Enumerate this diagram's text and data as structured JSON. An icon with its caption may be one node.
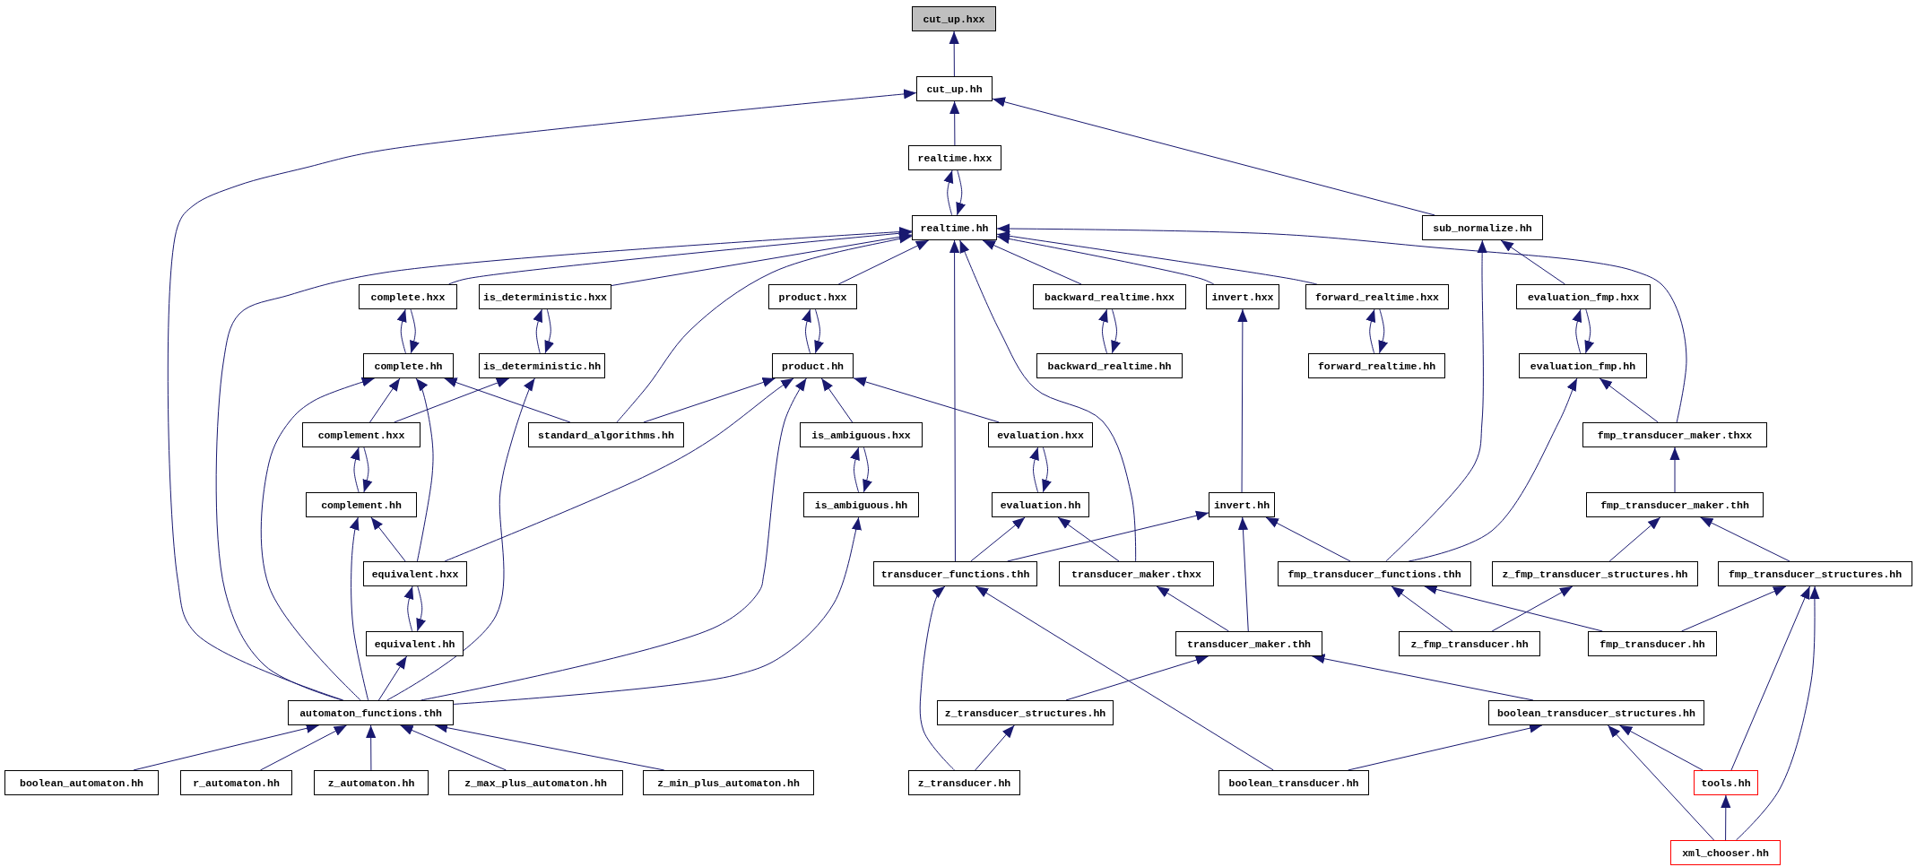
{
  "diagram": {
    "nodes": [
      {
        "text": [
          "cut_up.hxx"
        ]
      },
      {
        "text": [
          "cut_up.hh"
        ]
      },
      {
        "text": [
          "realtime.hxx"
        ]
      },
      {
        "text": [
          "realtime.hh"
        ]
      },
      {
        "text": [
          "sub_normalize.hh"
        ]
      },
      {
        "text": [
          "complete.hxx"
        ]
      },
      {
        "text": [
          "is_deterministic.hxx"
        ]
      },
      {
        "text": [
          "product.hxx"
        ]
      },
      {
        "text": [
          "backward_realtime.hxx"
        ]
      },
      {
        "text": [
          "invert.hxx"
        ]
      },
      {
        "text": [
          "forward_realtime.hxx"
        ]
      },
      {
        "text": [
          "evaluation_fmp.hxx"
        ]
      },
      {
        "text": [
          "complete.hh"
        ]
      },
      {
        "text": [
          "is_deterministic.hh"
        ]
      },
      {
        "text": [
          "product.hh"
        ]
      },
      {
        "text": [
          "backward_realtime.hh"
        ]
      },
      {
        "text": [
          "forward_realtime.hh"
        ]
      },
      {
        "text": [
          "evaluation_fmp.hh"
        ]
      },
      {
        "text": [
          "complement.hxx"
        ]
      },
      {
        "text": [
          "standard_algorithms.hh"
        ]
      },
      {
        "text": [
          "is_ambiguous.hxx"
        ]
      },
      {
        "text": [
          "evaluation.hxx"
        ]
      },
      {
        "text": [
          "fmp_transducer_maker.thxx"
        ]
      },
      {
        "text": [
          "complement.hh"
        ]
      },
      {
        "text": [
          "is_ambiguous.hh"
        ]
      },
      {
        "text": [
          "evaluation.hh"
        ]
      },
      {
        "text": [
          "invert.hh"
        ]
      },
      {
        "text": [
          "fmp_transducer_maker.thh"
        ]
      },
      {
        "text": [
          "equivalent.hxx"
        ]
      },
      {
        "text": [
          "transducer_functions.thh"
        ]
      },
      {
        "text": [
          "transducer_maker.thxx"
        ]
      },
      {
        "text": [
          "fmp_transducer_functions.thh"
        ]
      },
      {
        "text": [
          "z_fmp_transducer_structures.hh"
        ]
      },
      {
        "text": [
          "fmp_transducer_structures.hh"
        ]
      },
      {
        "text": [
          "equivalent.hh"
        ]
      },
      {
        "text": [
          "transducer_maker.thh"
        ]
      },
      {
        "text": [
          "z_fmp_transducer.hh"
        ]
      },
      {
        "text": [
          "fmp_transducer.hh"
        ]
      },
      {
        "text": [
          "automaton_functions.thh"
        ]
      },
      {
        "text": [
          "z_transducer_structures.hh"
        ]
      },
      {
        "text": [
          "boolean_transducer_structures.hh"
        ]
      },
      {
        "text": [
          "boolean_automaton.hh"
        ]
      },
      {
        "text": [
          "r_automaton.hh"
        ]
      },
      {
        "text": [
          "z_automaton.hh"
        ]
      },
      {
        "text": [
          "z_max_plus_automaton.hh"
        ]
      },
      {
        "text": [
          "z_min_plus_automaton.hh"
        ]
      },
      {
        "text": [
          "z_transducer.hh"
        ]
      },
      {
        "text": [
          "boolean_transducer.hh"
        ]
      },
      {
        "text": [
          "tools.hh"
        ]
      },
      {
        "text": [
          "xml_chooser.hh"
        ]
      }
    ],
    "edges": [
      {
        "from": 1,
        "to": 0,
        "arrow": "to"
      },
      {
        "from": 38,
        "to": 1,
        "arrow": "to"
      },
      {
        "from": 2,
        "to": 1,
        "arrow": "to"
      },
      {
        "from": 4,
        "to": 1,
        "arrow": "to"
      },
      {
        "from": 3,
        "to": 2,
        "arrow": "to"
      },
      {
        "from": 2,
        "to": 3,
        "arrow": "to"
      },
      {
        "from": 38,
        "to": 3,
        "arrow": "to"
      },
      {
        "from": 5,
        "to": 3,
        "arrow": "to"
      },
      {
        "from": 6,
        "to": 3,
        "arrow": "to"
      },
      {
        "from": 19,
        "to": 3,
        "arrow": "to"
      },
      {
        "from": 7,
        "to": 3,
        "arrow": "to"
      },
      {
        "from": 29,
        "to": 3,
        "arrow": "to"
      },
      {
        "from": 30,
        "to": 3,
        "arrow": "to"
      },
      {
        "from": 8,
        "to": 3,
        "arrow": "to"
      },
      {
        "from": 9,
        "to": 3,
        "arrow": "to"
      },
      {
        "from": 10,
        "to": 3,
        "arrow": "to"
      },
      {
        "from": 22,
        "to": 3,
        "arrow": "to"
      },
      {
        "from": 31,
        "to": 4,
        "arrow": "to"
      },
      {
        "from": 11,
        "to": 4,
        "arrow": "to"
      },
      {
        "from": 12,
        "to": 5,
        "arrow": "to"
      },
      {
        "from": 5,
        "to": 12,
        "arrow": "to"
      },
      {
        "from": 13,
        "to": 6,
        "arrow": "to"
      },
      {
        "from": 6,
        "to": 13,
        "arrow": "to"
      },
      {
        "from": 14,
        "to": 7,
        "arrow": "to"
      },
      {
        "from": 7,
        "to": 14,
        "arrow": "to"
      },
      {
        "from": 15,
        "to": 8,
        "arrow": "to"
      },
      {
        "from": 8,
        "to": 15,
        "arrow": "to"
      },
      {
        "from": 26,
        "to": 9,
        "arrow": "to"
      },
      {
        "from": 16,
        "to": 10,
        "arrow": "to"
      },
      {
        "from": 10,
        "to": 16,
        "arrow": "to"
      },
      {
        "from": 17,
        "to": 11,
        "arrow": "to"
      },
      {
        "from": 11,
        "to": 17,
        "arrow": "to"
      },
      {
        "from": 38,
        "to": 12,
        "arrow": "to"
      },
      {
        "from": 18,
        "to": 12,
        "arrow": "to"
      },
      {
        "from": 28,
        "to": 12,
        "arrow": "to"
      },
      {
        "from": 19,
        "to": 12,
        "arrow": "to"
      },
      {
        "from": 18,
        "to": 13,
        "arrow": "to"
      },
      {
        "from": 38,
        "to": 13,
        "arrow": "to"
      },
      {
        "from": 19,
        "to": 14,
        "arrow": "to"
      },
      {
        "from": 28,
        "to": 14,
        "arrow": "to"
      },
      {
        "from": 38,
        "to": 14,
        "arrow": "to"
      },
      {
        "from": 20,
        "to": 14,
        "arrow": "to"
      },
      {
        "from": 21,
        "to": 14,
        "arrow": "to"
      },
      {
        "from": 31,
        "to": 17,
        "arrow": "to"
      },
      {
        "from": 22,
        "to": 17,
        "arrow": "to"
      },
      {
        "from": 23,
        "to": 18,
        "arrow": "to"
      },
      {
        "from": 18,
        "to": 23,
        "arrow": "to"
      },
      {
        "from": 24,
        "to": 20,
        "arrow": "to"
      },
      {
        "from": 20,
        "to": 24,
        "arrow": "to"
      },
      {
        "from": 25,
        "to": 21,
        "arrow": "to"
      },
      {
        "from": 21,
        "to": 25,
        "arrow": "to"
      },
      {
        "from": 27,
        "to": 22,
        "arrow": "to"
      },
      {
        "from": 38,
        "to": 23,
        "arrow": "to"
      },
      {
        "from": 28,
        "to": 23,
        "arrow": "to"
      },
      {
        "from": 38,
        "to": 24,
        "arrow": "to"
      },
      {
        "from": 29,
        "to": 25,
        "arrow": "to"
      },
      {
        "from": 30,
        "to": 25,
        "arrow": "to"
      },
      {
        "from": 29,
        "to": 26,
        "arrow": "to"
      },
      {
        "from": 35,
        "to": 26,
        "arrow": "to"
      },
      {
        "from": 31,
        "to": 26,
        "arrow": "to"
      },
      {
        "from": 32,
        "to": 27,
        "arrow": "to"
      },
      {
        "from": 33,
        "to": 27,
        "arrow": "to"
      },
      {
        "from": 34,
        "to": 28,
        "arrow": "to"
      },
      {
        "from": 28,
        "to": 34,
        "arrow": "to"
      },
      {
        "from": 46,
        "to": 29,
        "arrow": "to"
      },
      {
        "from": 47,
        "to": 29,
        "arrow": "to"
      },
      {
        "from": 35,
        "to": 30,
        "arrow": "to"
      },
      {
        "from": 36,
        "to": 31,
        "arrow": "to"
      },
      {
        "from": 37,
        "to": 31,
        "arrow": "to"
      },
      {
        "from": 36,
        "to": 32,
        "arrow": "to"
      },
      {
        "from": 37,
        "to": 33,
        "arrow": "to"
      },
      {
        "from": 48,
        "to": 33,
        "arrow": "to"
      },
      {
        "from": 49,
        "to": 33,
        "arrow": "to"
      },
      {
        "from": 38,
        "to": 34,
        "arrow": "to"
      },
      {
        "from": 39,
        "to": 35,
        "arrow": "to"
      },
      {
        "from": 40,
        "to": 35,
        "arrow": "to"
      },
      {
        "from": 41,
        "to": 38,
        "arrow": "to"
      },
      {
        "from": 42,
        "to": 38,
        "arrow": "to"
      },
      {
        "from": 43,
        "to": 38,
        "arrow": "to"
      },
      {
        "from": 44,
        "to": 38,
        "arrow": "to"
      },
      {
        "from": 45,
        "to": 38,
        "arrow": "to"
      },
      {
        "from": 46,
        "to": 39,
        "arrow": "to"
      },
      {
        "from": 47,
        "to": 40,
        "arrow": "to"
      },
      {
        "from": 48,
        "to": 40,
        "arrow": "to"
      },
      {
        "from": 49,
        "to": 40,
        "arrow": "to"
      },
      {
        "from": 49,
        "to": 48,
        "arrow": "to"
      }
    ]
  }
}
